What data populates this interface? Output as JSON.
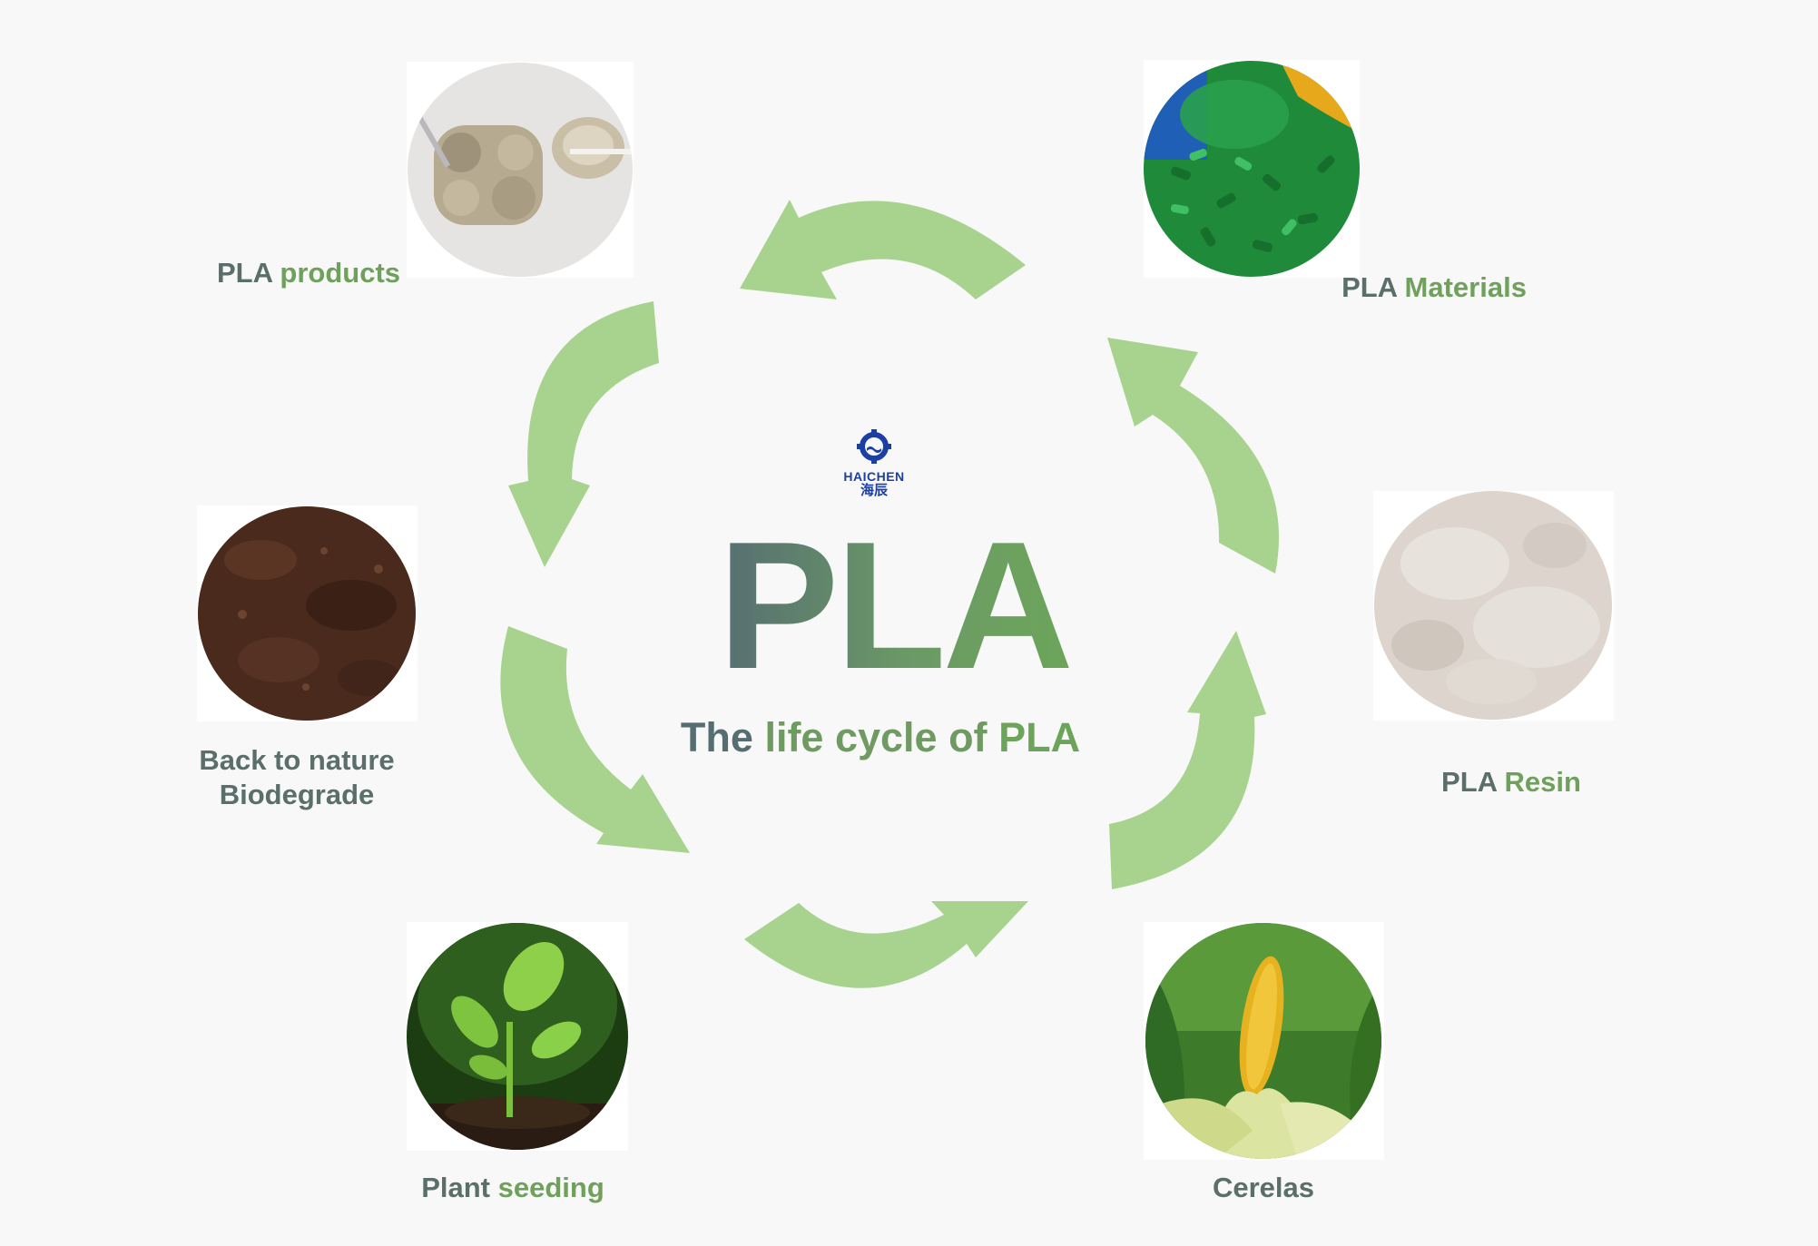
{
  "diagram": {
    "center": {
      "title": "PLA",
      "subtitle_part1": "The",
      "subtitle_part2": " life cycle of ",
      "subtitle_part3": "PLA"
    },
    "logo": {
      "brand": "HAICHEN",
      "brand_cn": "海辰"
    },
    "stages": {
      "products": {
        "part1": "PLA ",
        "part2": "products"
      },
      "materials": {
        "part1": "PLA ",
        "part2": "Materials"
      },
      "resin": {
        "part1": "PLA ",
        "part2": "Resin"
      },
      "cereals": {
        "part1": "Cerelas"
      },
      "seeding": {
        "part1": "Plant ",
        "part2": "seeding"
      },
      "nature": {
        "line1": "Back to nature",
        "line2": "Biodegrade"
      }
    },
    "colors": {
      "arrow": "#a7d38e",
      "text_slate": "#5a6e6a",
      "text_green": "#6fa05c",
      "logo_blue": "#1b3fa3"
    }
  }
}
